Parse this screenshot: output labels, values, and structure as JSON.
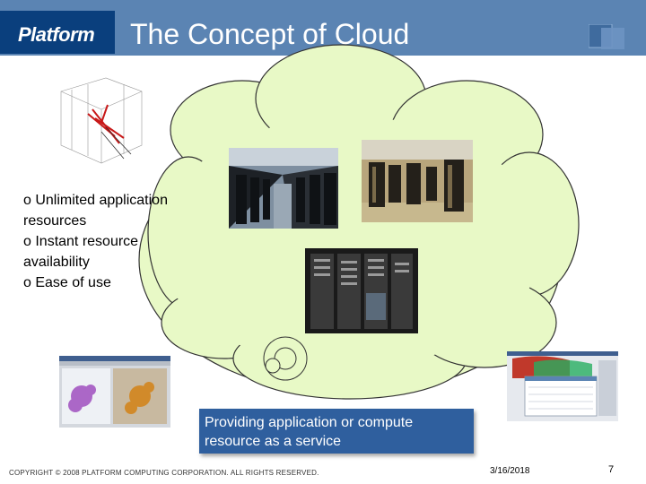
{
  "header": {
    "logo": "Platform",
    "title": "The Concept of Cloud"
  },
  "bullets": [
    "o Unlimited application resources",
    "o Instant resource availability",
    "o Ease of use"
  ],
  "callout": "Providing application or compute resource as a service",
  "footer": {
    "copyright": "COPYRIGHT © 2008 PLATFORM COMPUTING CORPORATION. ALL RIGHTS RESERVED.",
    "date": "3/16/2018",
    "page": "7"
  },
  "colors": {
    "header_bg": "#5b84b3",
    "logo_bg": "#0a3f7d",
    "cloud_fill": "#e8f9c6",
    "callout_bg": "#2f5f9e"
  }
}
